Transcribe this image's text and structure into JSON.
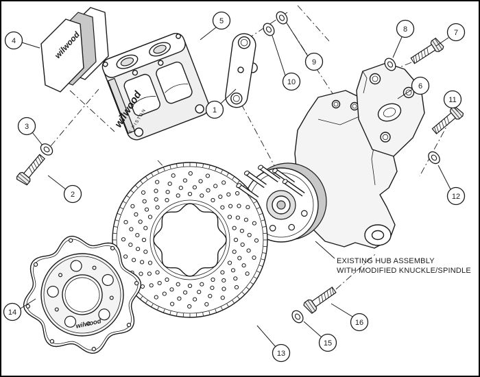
{
  "colors": {
    "line": "#1a1a1a",
    "shade": "#e0e0e0",
    "shade_dark": "#c8c8c8",
    "bg": "#ffffff"
  },
  "branding": {
    "pad_logo": "wilwood",
    "caliper_logo": "wilwood",
    "caliper_spec": "6 PISTON",
    "hat_logo": "wilwood"
  },
  "annotation": {
    "line1": "EXISTING HUB ASSEMBLY",
    "line2": "WITH MODIFIED KNUCKLE/SPINDLE"
  },
  "callouts": [
    {
      "n": "1"
    },
    {
      "n": "2"
    },
    {
      "n": "3"
    },
    {
      "n": "4"
    },
    {
      "n": "5"
    },
    {
      "n": "6"
    },
    {
      "n": "7"
    },
    {
      "n": "8"
    },
    {
      "n": "9"
    },
    {
      "n": "10"
    },
    {
      "n": "11"
    },
    {
      "n": "12"
    },
    {
      "n": "13"
    },
    {
      "n": "14"
    },
    {
      "n": "15"
    },
    {
      "n": "16"
    }
  ]
}
